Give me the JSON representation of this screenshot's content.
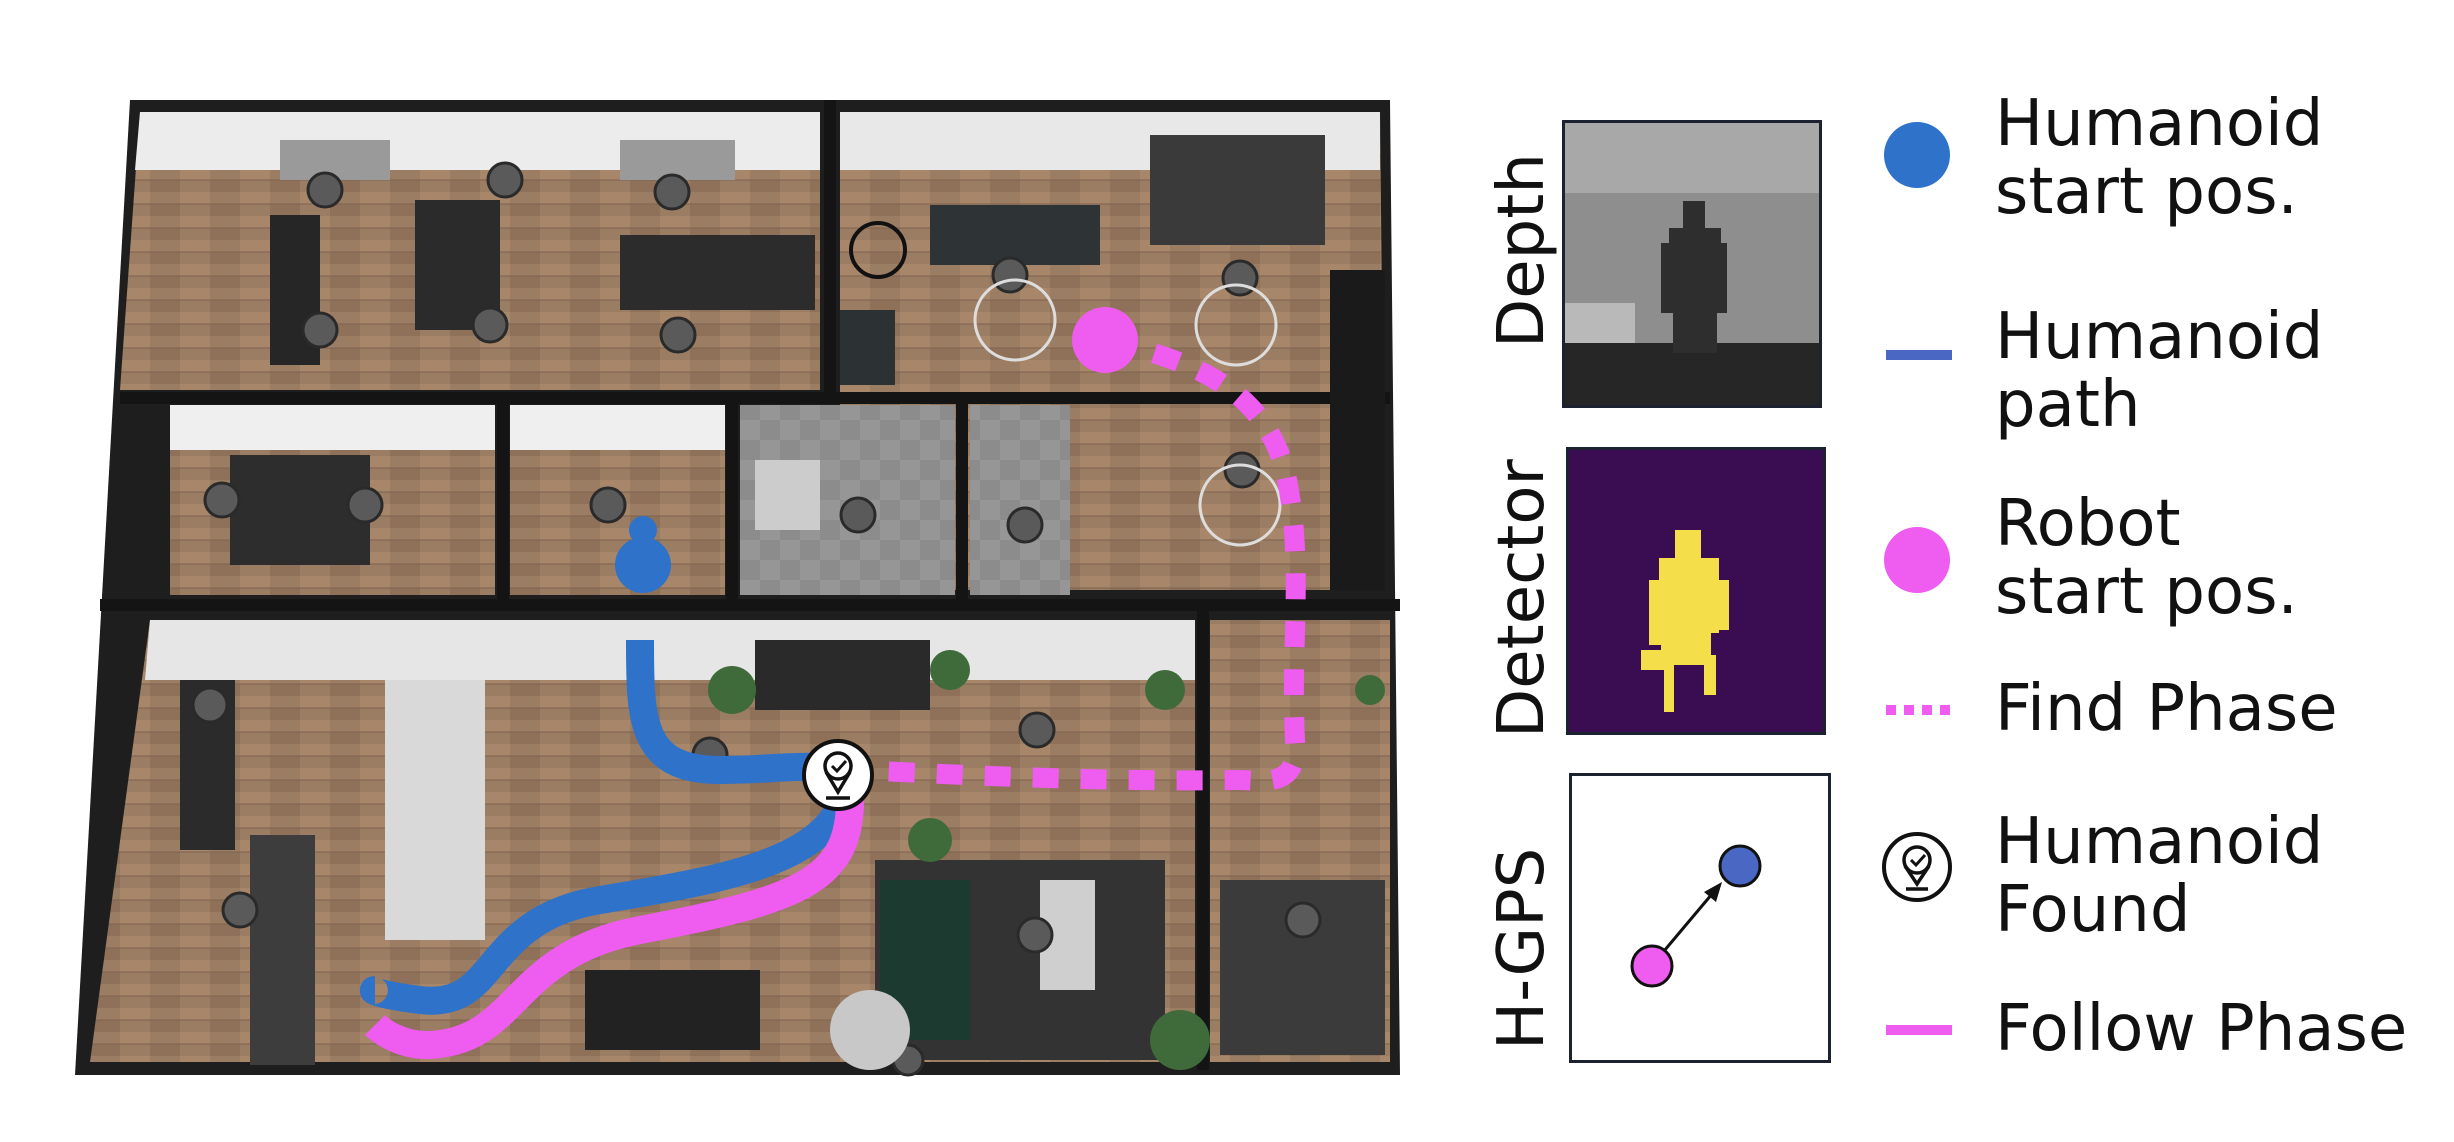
{
  "colors": {
    "humanoid_blue": "#2f72c9",
    "robot_pink": "#ee5cf0",
    "detector_bg": "#3a0d52",
    "detector_person": "#f4df4a",
    "hgps_blue": "#4a67c4",
    "hgps_pink": "#ee5cf0"
  },
  "panels": {
    "depth": {
      "label": "Depth"
    },
    "detector": {
      "label": "Detector"
    },
    "hgps": {
      "label": "H-GPS"
    }
  },
  "legend": {
    "humanoid_start": {
      "line1": "Humanoid",
      "line2": "start pos.",
      "icon": "blue-dot"
    },
    "humanoid_path": {
      "line1": "Humanoid",
      "line2": "path",
      "icon": "blue-line"
    },
    "robot_start": {
      "line1": "Robot",
      "line2": "start pos.",
      "icon": "pink-dot"
    },
    "find_phase": {
      "line1": "Find Phase",
      "icon": "pink-dotted-line"
    },
    "humanoid_found": {
      "line1": "Humanoid",
      "line2": "Found",
      "icon": "location-check-icon"
    },
    "follow_phase": {
      "line1": "Follow Phase",
      "icon": "pink-line"
    }
  }
}
